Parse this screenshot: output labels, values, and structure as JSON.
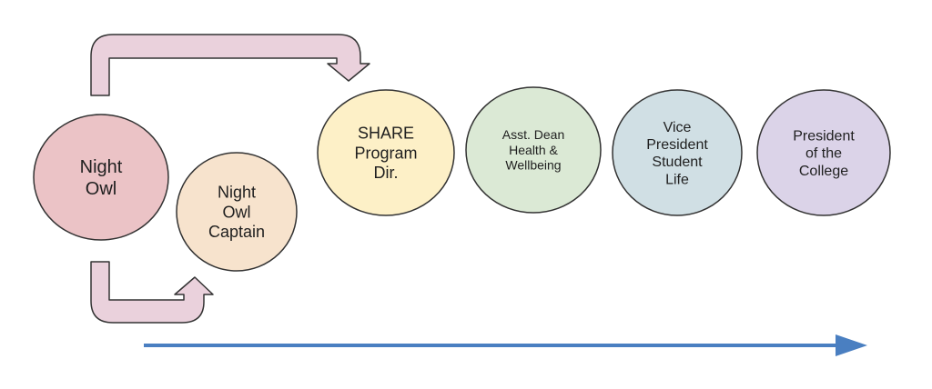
{
  "nodes": [
    {
      "id": "night-owl",
      "label_lines": [
        "Night",
        "Owl"
      ],
      "fill": "#ebc3c6"
    },
    {
      "id": "night-owl-captain",
      "label_lines": [
        "Night",
        "Owl",
        "Captain"
      ],
      "fill": "#f7e3cd"
    },
    {
      "id": "share-program-dir",
      "label_lines": [
        "SHARE",
        "Program",
        "Dir."
      ],
      "fill": "#fdf0c7"
    },
    {
      "id": "asst-dean-health-wellbeing",
      "label_lines": [
        "Asst. Dean",
        "Health &",
        "Wellbeing"
      ],
      "fill": "#dbe9d5"
    },
    {
      "id": "vice-president-student-life",
      "label_lines": [
        "Vice",
        "President",
        "Student",
        "Life"
      ],
      "fill": "#d0dfe4"
    },
    {
      "id": "president-of-the-college",
      "label_lines": [
        "President",
        "of the",
        "College"
      ],
      "fill": "#dbd3e8"
    }
  ],
  "colors": {
    "stroke": "#333333",
    "bent_arrow_fill": "#ead1dc",
    "timeline_arrow": "#4a7fc1"
  }
}
